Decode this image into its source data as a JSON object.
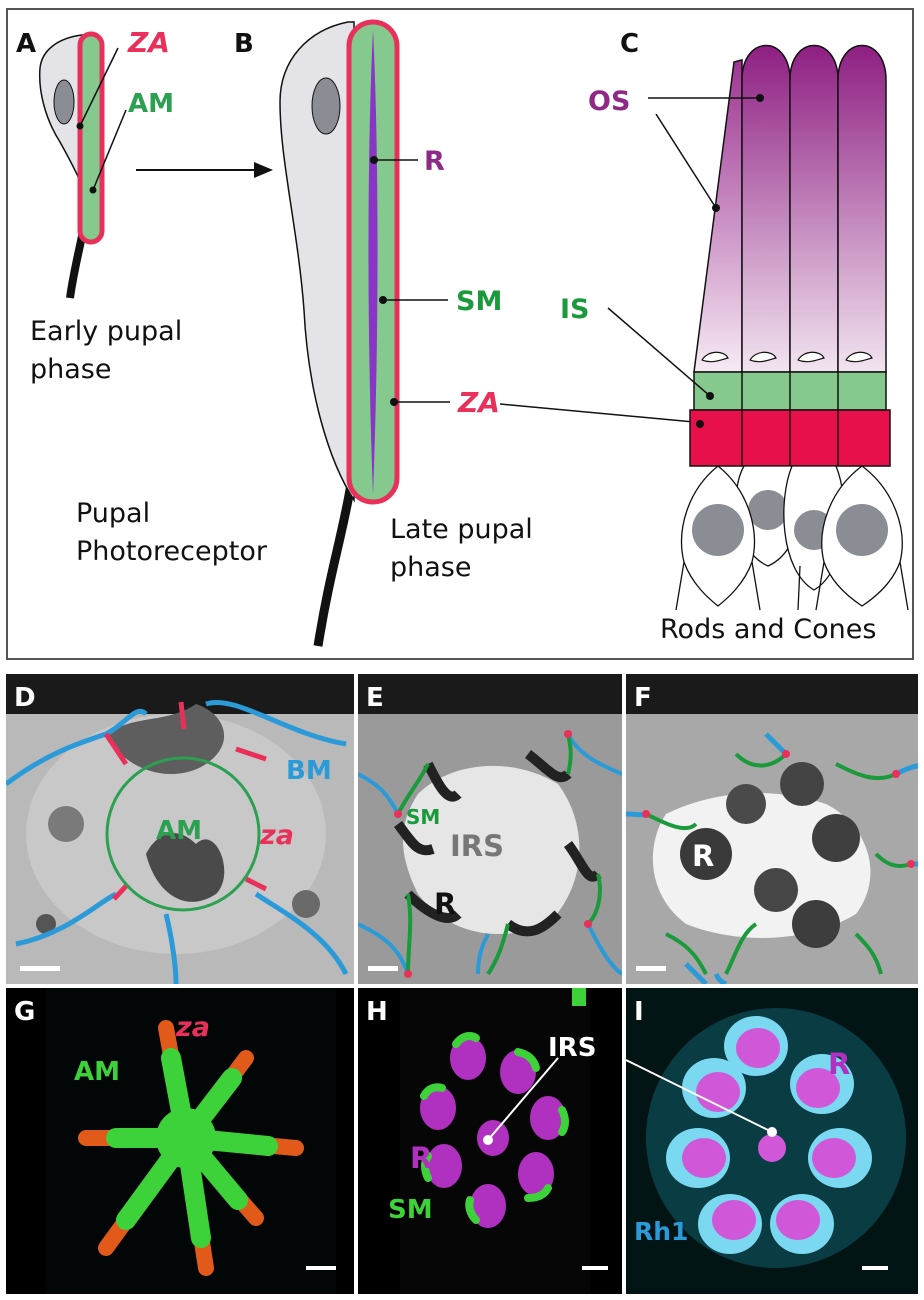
{
  "colors": {
    "za": "#e8305a",
    "am": "#2aa050",
    "rhabdomere": "#9a2a90",
    "bm": "#2a9ad8",
    "sm": "#1a9a3a",
    "cell_fill": "#e4e4e8",
    "nucleus": "#8a8d93",
    "outer_segment": "#8e1f82",
    "inner_segment": "#86c98e",
    "junction": "#e8104a"
  },
  "top": {
    "panels": {
      "a": "A",
      "b": "B",
      "c": "C"
    },
    "labels": {
      "za_a": "ZA",
      "am_a": "AM",
      "r_b": "R",
      "sm_b": "SM",
      "za_b": "ZA",
      "os_c": "OS",
      "is_c": "IS"
    },
    "captions": {
      "early_l1": "Early pupal",
      "early_l2": "phase",
      "late_l1": "Late pupal",
      "late_l2": "phase",
      "pupal_l1": "Pupal",
      "pupal_l2": "Photoreceptor",
      "rods": "Rods and Cones"
    }
  },
  "micro": {
    "d": {
      "panel": "D",
      "bm": "BM",
      "am": "AM",
      "za": "za"
    },
    "e": {
      "panel": "E",
      "sm": "SM",
      "irs": "IRS",
      "r": "R"
    },
    "f": {
      "panel": "F",
      "r": "R"
    },
    "g": {
      "panel": "G",
      "am": "AM",
      "za": "za"
    },
    "h": {
      "panel": "H",
      "irs": "IRS",
      "r": "R",
      "sm": "SM"
    },
    "i": {
      "panel": "I",
      "r": "R",
      "rh1": "Rh1"
    }
  }
}
